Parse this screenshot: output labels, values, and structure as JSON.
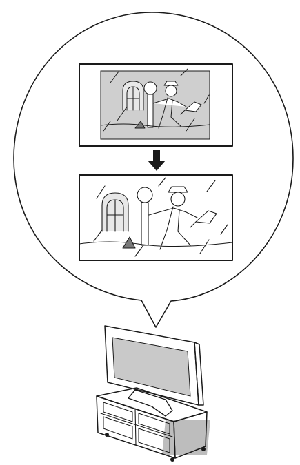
{
  "diagram": {
    "callout": {
      "label": ""
    },
    "panels": [
      {
        "name": "before",
        "description_visible": false
      },
      {
        "name": "after",
        "description_visible": false
      }
    ],
    "arrow": {
      "direction": "down"
    },
    "device": {
      "name": "tv"
    }
  },
  "colors": {
    "line": "#1a1a1a",
    "screen_fill": "#c9c9c9",
    "shadow": "#bdbdbd",
    "background": "#ffffff"
  }
}
